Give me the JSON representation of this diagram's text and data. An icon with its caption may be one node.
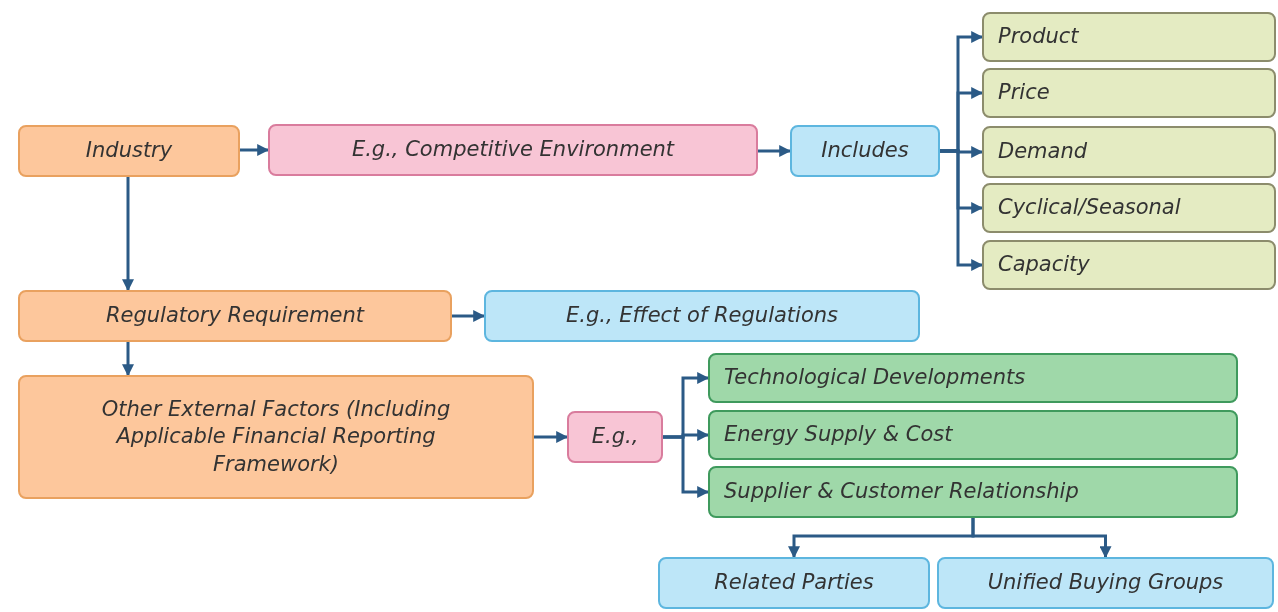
{
  "diagram": {
    "nodes": [
      {
        "text": [
          "Industry"
        ]
      },
      {
        "text": [
          "E.g., Competitive Environment"
        ]
      },
      {
        "text": [
          "Includes"
        ]
      },
      {
        "text": [
          "Product"
        ]
      },
      {
        "text": [
          "Price"
        ]
      },
      {
        "text": [
          "Demand"
        ]
      },
      {
        "text": [
          "Cyclical/Seasonal"
        ]
      },
      {
        "text": [
          "Capacity"
        ]
      },
      {
        "text": [
          "Regulatory Requirement"
        ]
      },
      {
        "text": [
          "E.g., Effect of Regulations"
        ]
      },
      {
        "text": [
          "Other External Factors (Including Applicable Financial Reporting Framework)"
        ]
      },
      {
        "text": [
          "E.g.,"
        ]
      },
      {
        "text": [
          "Technological Developments"
        ]
      },
      {
        "text": [
          "Energy Supply & Cost"
        ]
      },
      {
        "text": [
          "Supplier & Customer Relationship"
        ]
      },
      {
        "text": [
          "Related Parties"
        ]
      },
      {
        "text": [
          "Unified Buying Groups"
        ]
      }
    ],
    "edges": [
      {
        "from": 0,
        "to": 1,
        "arrow": "to"
      },
      {
        "from": 1,
        "to": 2,
        "arrow": "to"
      },
      {
        "from": 2,
        "to": 3,
        "arrow": "to"
      },
      {
        "from": 2,
        "to": 4,
        "arrow": "to"
      },
      {
        "from": 2,
        "to": 5,
        "arrow": "to"
      },
      {
        "from": 2,
        "to": 6,
        "arrow": "to"
      },
      {
        "from": 2,
        "to": 7,
        "arrow": "to"
      },
      {
        "from": 0,
        "to": 8,
        "arrow": "to"
      },
      {
        "from": 8,
        "to": 9,
        "arrow": "to"
      },
      {
        "from": 8,
        "to": 10,
        "arrow": "to"
      },
      {
        "from": 10,
        "to": 11,
        "arrow": "to"
      },
      {
        "from": 11,
        "to": 12,
        "arrow": "to"
      },
      {
        "from": 11,
        "to": 13,
        "arrow": "to"
      },
      {
        "from": 11,
        "to": 14,
        "arrow": "to"
      },
      {
        "from": 14,
        "to": 15,
        "arrow": "to"
      },
      {
        "from": 14,
        "to": 16,
        "arrow": "to"
      }
    ]
  }
}
